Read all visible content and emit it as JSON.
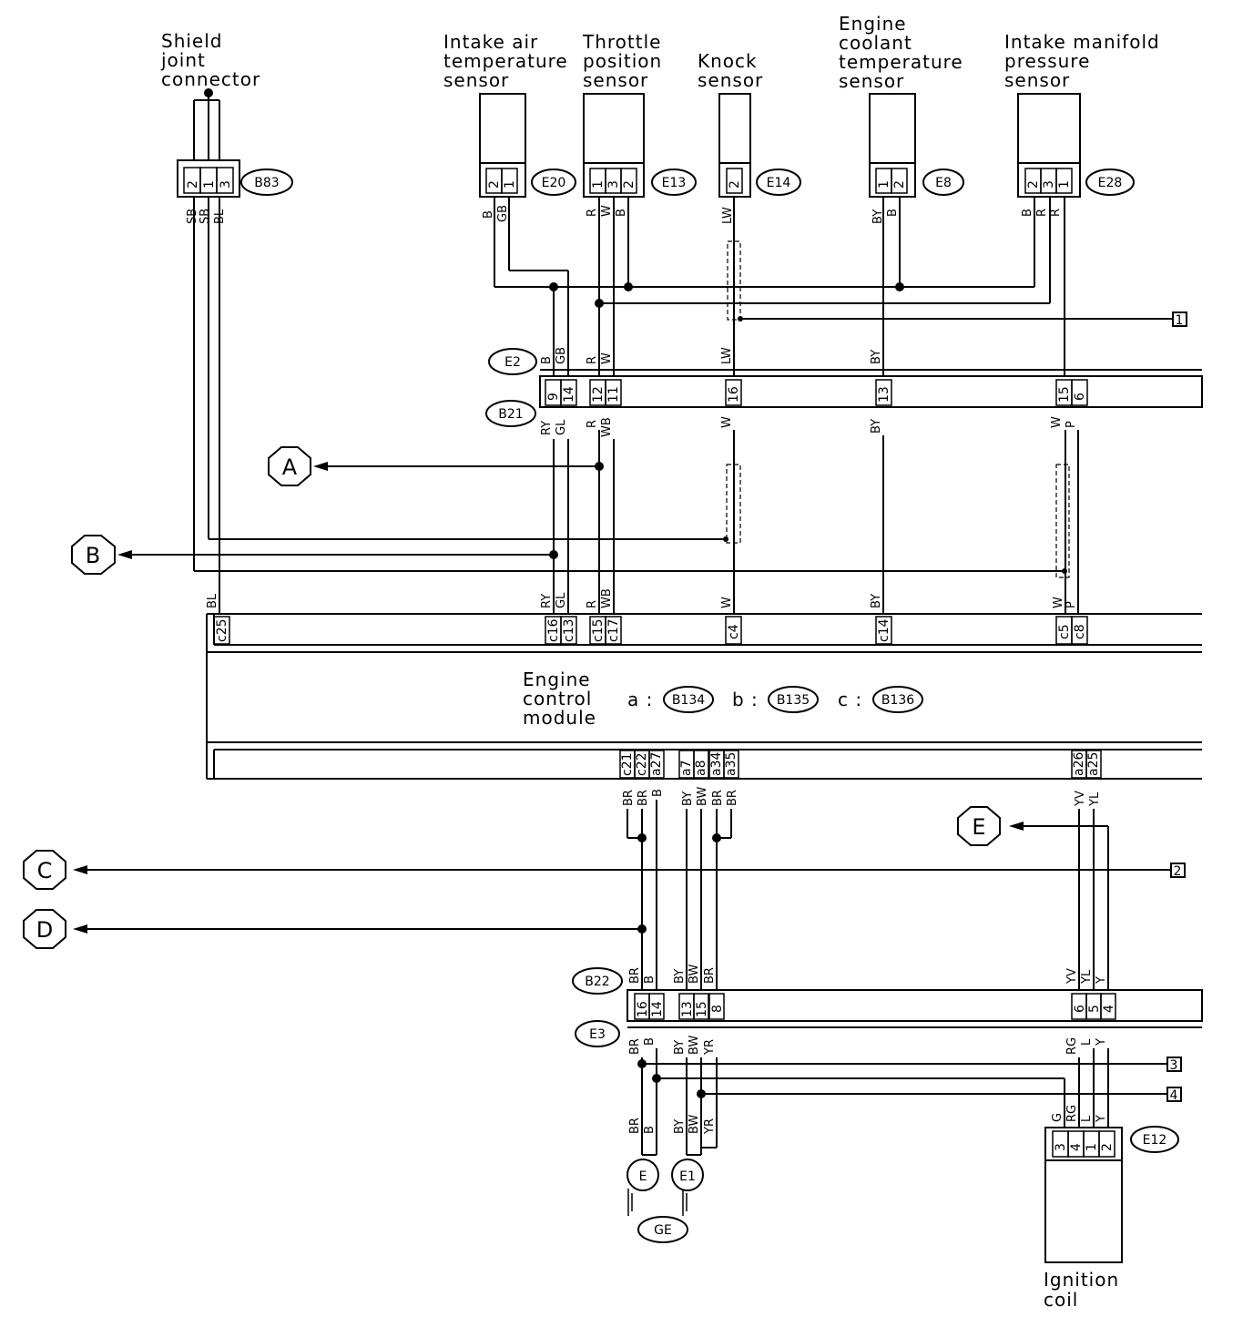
{
  "components": {
    "shield": [
      "Shield",
      "joint",
      "connector"
    ],
    "iat": [
      "Intake air",
      "temperature",
      "sensor"
    ],
    "tps": [
      "Throttle",
      "position",
      "sensor"
    ],
    "knock": [
      "Knock",
      "sensor"
    ],
    "ect": [
      "Engine",
      "coolant",
      "temperature",
      "sensor"
    ],
    "map": [
      "Intake manifold",
      "pressure",
      "sensor"
    ],
    "ecm": [
      "Engine",
      "control",
      "module"
    ],
    "coil": [
      "Ignition",
      "coil"
    ]
  },
  "ecm_keys": [
    "a :",
    "b :",
    "c :"
  ],
  "connectors": {
    "B83": "B83",
    "E20": "E20",
    "E13": "E13",
    "E14": "E14",
    "E8": "E8",
    "E28": "E28",
    "E2": "E2",
    "B21": "B21",
    "B134": "B134",
    "B135": "B135",
    "B136": "B136",
    "B22": "B22",
    "E3": "E3",
    "E12": "E12",
    "E1a": "E",
    "E1b": "E1",
    "GE": "GE"
  },
  "refs": {
    "A": "A",
    "B": "B",
    "C": "C",
    "D": "D",
    "E": "E"
  },
  "boxes": [
    "1",
    "2",
    "3",
    "4"
  ],
  "pins": {
    "B83": [
      "2",
      "1",
      "3"
    ],
    "E20": [
      "2",
      "1"
    ],
    "E13": [
      "1",
      "3",
      "2"
    ],
    "E14": [
      "2"
    ],
    "E8": [
      "1",
      "2"
    ],
    "E28": [
      "2",
      "3",
      "1"
    ],
    "B21": [
      "9",
      "14",
      "12",
      "11",
      "16",
      "13",
      "15",
      "6"
    ],
    "ecmTop": [
      "c25",
      "c16",
      "c13",
      "c15",
      "c17",
      "c4",
      "c14",
      "c5",
      "c8"
    ],
    "ecmBot": [
      "c21",
      "c22",
      "a27",
      "a7",
      "a8",
      "a34",
      "a35",
      "a26",
      "a25"
    ],
    "B22": [
      "16",
      "14",
      "13",
      "15",
      "8",
      "6",
      "5",
      "4"
    ],
    "E12": [
      "3",
      "4",
      "1",
      "2"
    ]
  },
  "wires": {
    "b83": [
      "SB",
      "SB",
      "BL"
    ],
    "e20": [
      "B",
      "GB"
    ],
    "e13": [
      "R",
      "W",
      "B"
    ],
    "e14": [
      "LW"
    ],
    "e8": [
      "BY",
      "B"
    ],
    "e28": [
      "B",
      "R",
      "R"
    ],
    "e2": [
      "B",
      "GB",
      "R",
      "W",
      "LW",
      "BY"
    ],
    "b21": [
      "RY",
      "GL",
      "R",
      "WB",
      "W",
      "BY",
      "W",
      "P"
    ],
    "ecmTop": [
      "BL",
      "RY",
      "GL",
      "R",
      "WB",
      "W",
      "BY",
      "W",
      "P"
    ],
    "ecmBot": [
      "BR",
      "BR",
      "B",
      "BY",
      "BW",
      "BR",
      "BR",
      "YV",
      "YL"
    ],
    "b22": [
      "BR",
      "B",
      "BY",
      "BW",
      "BR",
      "YV",
      "YL",
      "Y"
    ],
    "e3": [
      "BR",
      "B",
      "BY",
      "BW",
      "YR",
      "RG",
      "L",
      "Y"
    ],
    "e12": [
      "G",
      "RG",
      "L",
      "Y"
    ],
    "gnd": [
      "BR",
      "B",
      "BY",
      "BW",
      "YR"
    ]
  }
}
